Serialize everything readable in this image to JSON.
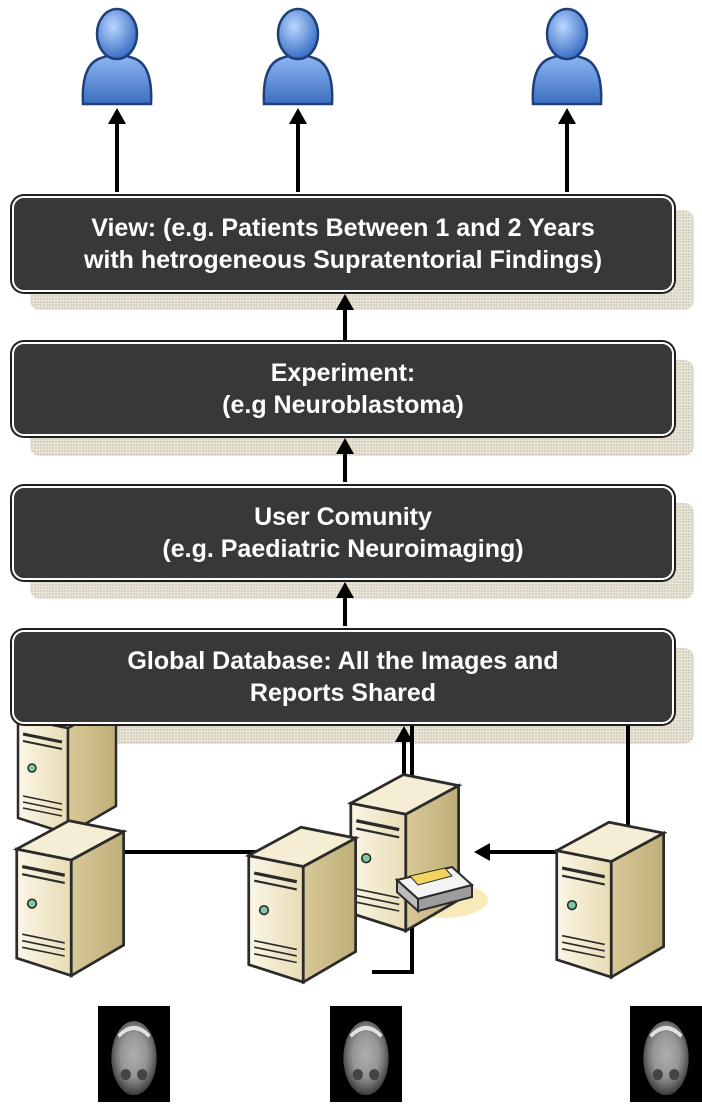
{
  "boxes": {
    "view": {
      "line1": "View: (e.g. Patients Between 1 and 2 Years",
      "line2": "with hetrogeneous Supratentorial Findings)"
    },
    "experiment": {
      "line1": "Experiment:",
      "line2": "(e.g Neuroblastoma)"
    },
    "community": {
      "line1": "User Comunity",
      "line2": "(e.g. Paediatric Neuroimaging)"
    },
    "database": {
      "line1": "Global Database: All the Images and",
      "line2": "Reports Shared"
    }
  },
  "icons": {
    "user": "user-icon",
    "server": "server-icon",
    "drive": "drive-icon",
    "scan": "brain-scan-icon"
  },
  "colors": {
    "box_fill": "#383838",
    "box_border": "#ffffff",
    "shadow": "#d9d2bf",
    "user_blue": "#5b8fd8",
    "server_beige": "#efe6c9"
  }
}
